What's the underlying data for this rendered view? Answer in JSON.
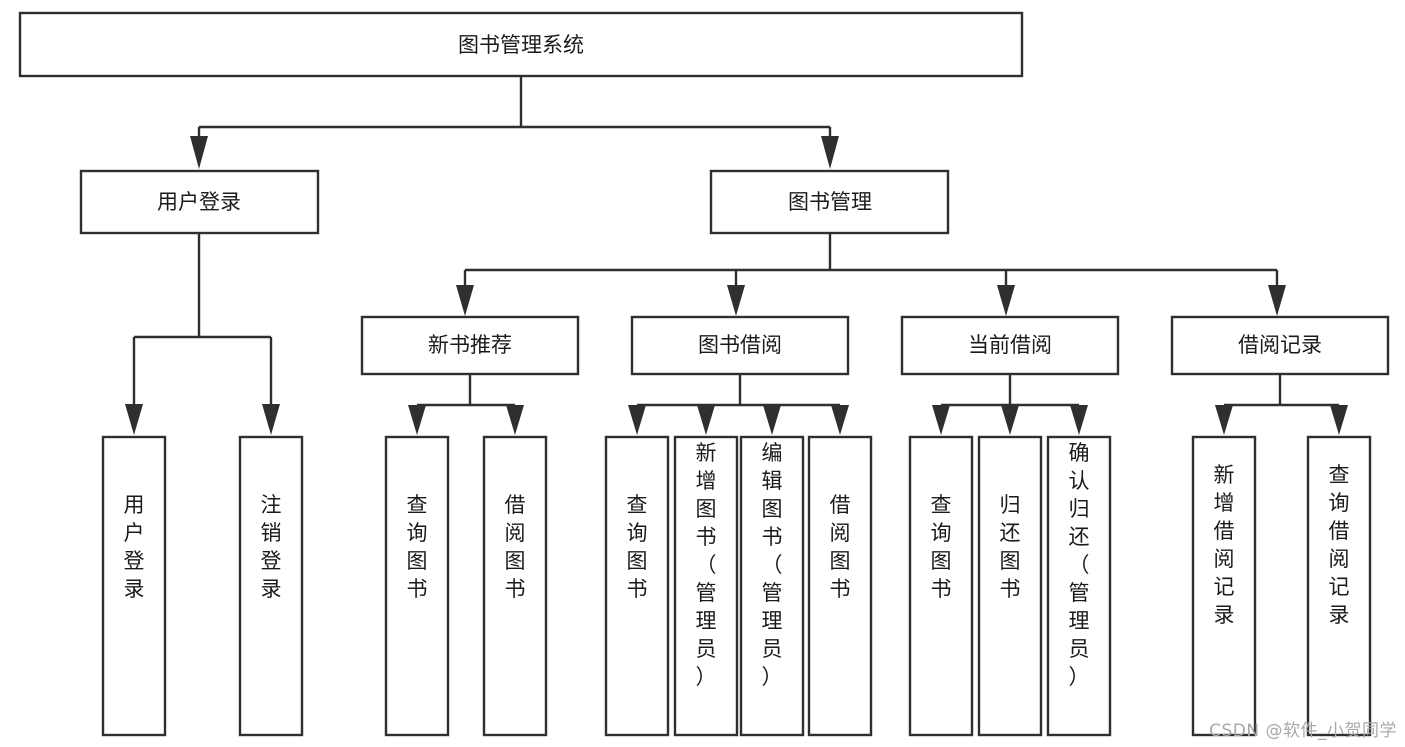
{
  "diagram": {
    "title": "图书管理系统",
    "type": "tree-hierarchy",
    "orientation": "top-down",
    "watermark": "CSDN @软件_小贺同学",
    "colors": {
      "box_fill": "#ffffff",
      "box_stroke": "#2f2f2f",
      "connector": "#2f2f2f",
      "text": "#1b1b1b",
      "watermark": "#a9a9a9",
      "background": "#ffffff"
    },
    "root": {
      "id": "root",
      "label": "图书管理系统"
    },
    "level2": [
      {
        "id": "user-login",
        "label": "用户登录"
      },
      {
        "id": "book-manage",
        "label": "图书管理"
      }
    ],
    "level3": [
      {
        "id": "new-book-recommend",
        "label": "新书推荐",
        "parent": "book-manage"
      },
      {
        "id": "book-borrow",
        "label": "图书借阅",
        "parent": "book-manage"
      },
      {
        "id": "current-borrow",
        "label": "当前借阅",
        "parent": "book-manage"
      },
      {
        "id": "borrow-record",
        "label": "借阅记录",
        "parent": "book-manage"
      }
    ],
    "leaves": [
      {
        "id": "leaf-user-login",
        "label": "用户登录",
        "parent": "user-login"
      },
      {
        "id": "leaf-user-logout",
        "label": "注销登录",
        "parent": "user-login"
      },
      {
        "id": "leaf-query-book-1",
        "label": "查询图书",
        "parent": "new-book-recommend"
      },
      {
        "id": "leaf-borrow-book-1",
        "label": "借阅图书",
        "parent": "new-book-recommend"
      },
      {
        "id": "leaf-query-book-2",
        "label": "查询图书",
        "parent": "book-borrow"
      },
      {
        "id": "leaf-add-book",
        "label": "新增图书（管理员）",
        "parent": "book-borrow"
      },
      {
        "id": "leaf-edit-book",
        "label": "编辑图书（管理员）",
        "parent": "book-borrow"
      },
      {
        "id": "leaf-borrow-book-2",
        "label": "借阅图书",
        "parent": "book-borrow"
      },
      {
        "id": "leaf-query-book-3",
        "label": "查询图书",
        "parent": "current-borrow"
      },
      {
        "id": "leaf-return-book",
        "label": "归还图书",
        "parent": "current-borrow"
      },
      {
        "id": "leaf-confirm-return",
        "label": "确认归还（管理员）",
        "parent": "current-borrow"
      },
      {
        "id": "leaf-add-record",
        "label": "新增借阅记录",
        "parent": "borrow-record"
      },
      {
        "id": "leaf-query-record",
        "label": "查询借阅记录",
        "parent": "borrow-record"
      }
    ]
  }
}
